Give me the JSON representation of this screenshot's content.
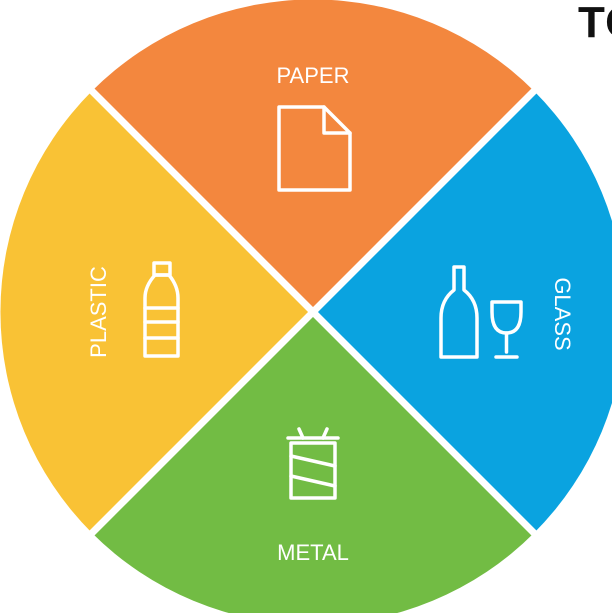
{
  "heading": "TO",
  "segments": {
    "paper": {
      "label": "PAPER",
      "color": "#F3873E",
      "icon": "paper-sheet-icon"
    },
    "glass": {
      "label": "GLASS",
      "color": "#0AA3E0",
      "icon": "bottle-and-wine-glass-icon"
    },
    "metal": {
      "label": "METAL",
      "color": "#72BC44",
      "icon": "drink-can-icon"
    },
    "plastic": {
      "label": "PLASTIC",
      "color": "#F9C235",
      "icon": "plastic-bottle-icon"
    }
  }
}
